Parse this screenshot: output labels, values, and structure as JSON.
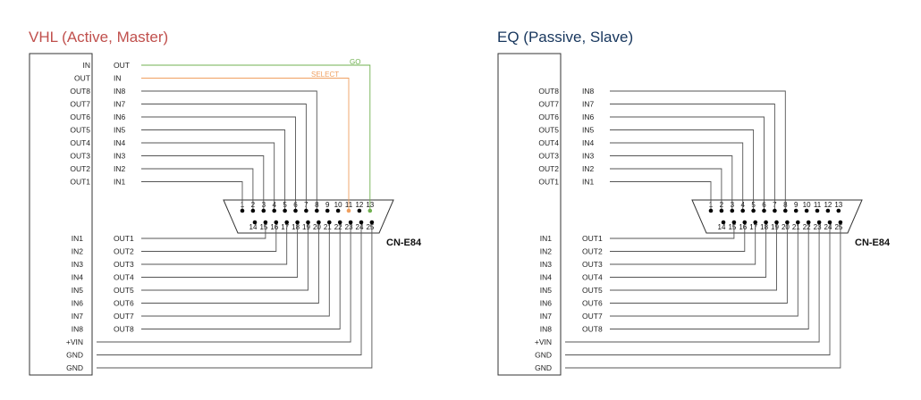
{
  "colors": {
    "title_left": "#c0504d",
    "title_right": "#17365d",
    "wire": "#555555",
    "select": "#f0a060",
    "go": "#70b050",
    "pin": "#000000"
  },
  "connector_label": "CN-E84",
  "top_pins": [
    "1",
    "2",
    "3",
    "4",
    "5",
    "6",
    "7",
    "8",
    "9",
    "10",
    "11",
    "12",
    "13"
  ],
  "bottom_pins": [
    "14",
    "15",
    "16",
    "17",
    "18",
    "19",
    "20",
    "21",
    "22",
    "23",
    "24",
    "25"
  ],
  "left": {
    "title": "VHL (Active, Master)",
    "select_label": "SELECT",
    "go_label": "GO",
    "top_box_signals": [
      "IN",
      "OUT",
      "OUT8",
      "OUT7",
      "OUT6",
      "OUT5",
      "OUT4",
      "OUT3",
      "OUT2",
      "OUT1"
    ],
    "top_wire_signals": [
      "OUT",
      "IN",
      "IN8",
      "IN7",
      "IN6",
      "IN5",
      "IN4",
      "IN3",
      "IN2",
      "IN1"
    ],
    "bottom_box_signals": [
      "IN1",
      "IN2",
      "IN3",
      "IN4",
      "IN5",
      "IN6",
      "IN7",
      "IN8",
      "+VIN",
      "GND",
      "GND"
    ],
    "bottom_wire_signals": [
      "OUT1",
      "OUT2",
      "OUT3",
      "OUT4",
      "OUT5",
      "OUT6",
      "OUT7",
      "OUT8",
      "",
      "",
      ""
    ]
  },
  "right": {
    "title": "EQ (Passive, Slave)",
    "top_box_signals": [
      "OUT8",
      "OUT7",
      "OUT6",
      "OUT5",
      "OUT4",
      "OUT3",
      "OUT2",
      "OUT1"
    ],
    "top_wire_signals": [
      "IN8",
      "IN7",
      "IN6",
      "IN5",
      "IN4",
      "IN3",
      "IN2",
      "IN1"
    ],
    "bottom_box_signals": [
      "IN1",
      "IN2",
      "IN3",
      "IN4",
      "IN5",
      "IN6",
      "IN7",
      "IN8",
      "+VIN",
      "GND",
      "GND"
    ],
    "bottom_wire_signals": [
      "OUT1",
      "OUT2",
      "OUT3",
      "OUT4",
      "OUT5",
      "OUT6",
      "OUT7",
      "OUT8",
      "",
      "",
      ""
    ]
  }
}
